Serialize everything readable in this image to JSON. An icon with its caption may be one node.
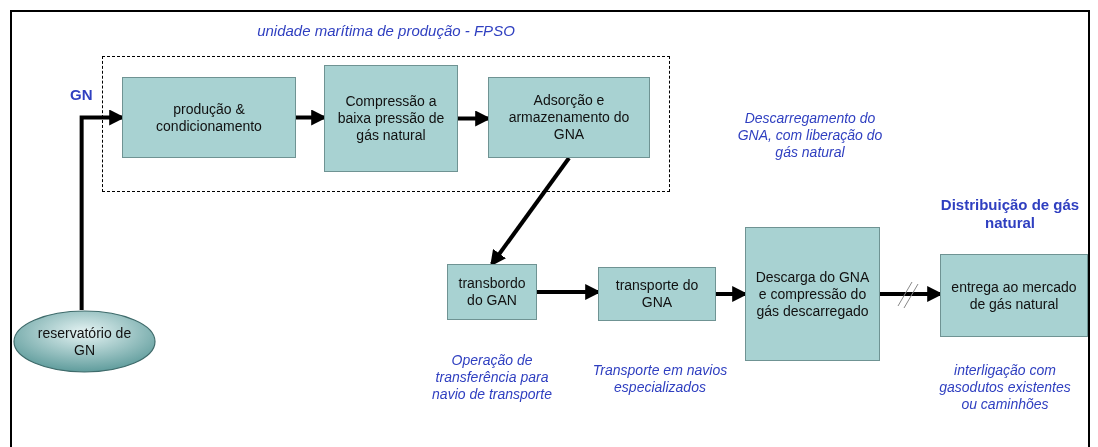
{
  "diagram": {
    "nodes": [
      {
        "text": [
          "unidade marítima de produção - FPSO"
        ]
      },
      {
        "text": [
          "produção & condicionamento"
        ],
        "in": 0
      },
      {
        "text": [
          "Compressão a baixa pressão de gás natural"
        ],
        "in": 0
      },
      {
        "text": [
          "Adsorção e armazenamento do GNA"
        ],
        "in": 0
      },
      {
        "text": [
          "reservatório de GN"
        ]
      },
      {
        "text": [
          "transbordo do GAN"
        ],
        "beside": [
          "Operação de transferência para navio de transporte"
        ]
      },
      {
        "text": [
          "transporte do GNA"
        ]
      },
      {
        "text": [
          "Descarga do GNA e compressão do gás descarregado"
        ]
      },
      {
        "text": [
          "entrega ao mercado de gás natural"
        ],
        "beside": [
          "Distribuição de gás natural",
          "interligação com gasodutos existentes ou caminhões"
        ]
      }
    ],
    "edges": [
      {
        "from": 4,
        "to": 1,
        "arrow": "to"
      },
      {
        "from": 1,
        "to": 2,
        "arrow": "to"
      },
      {
        "from": 2,
        "to": 3,
        "arrow": "to"
      },
      {
        "from": 3,
        "to": 5,
        "arrow": "to"
      },
      {
        "from": 5,
        "to": 6,
        "arrow": "to"
      },
      {
        "from": 6,
        "to": 7,
        "arrow": "to"
      },
      {
        "from": 7,
        "to": 8,
        "arrow": "to"
      }
    ],
    "labels": [
      "GN",
      "Descarregamento do GNA, com liberação do gás natural",
      "Transporte em navios especializados"
    ]
  }
}
